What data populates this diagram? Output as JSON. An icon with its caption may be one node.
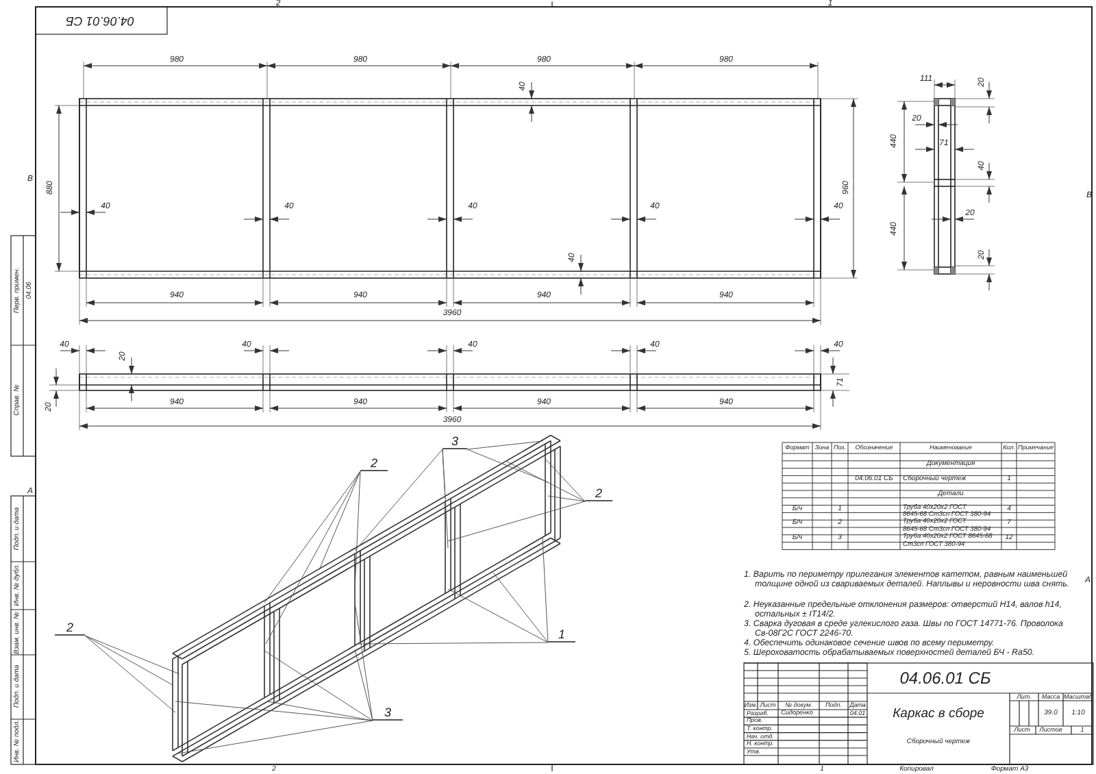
{
  "diagram": {
    "nodes": [
      {
        "text": [
          "3"
        ]
      },
      {
        "text": [
          "2"
        ]
      },
      {
        "text": [
          "2"
        ]
      },
      {
        "text": [
          "2"
        ]
      },
      {
        "text": [
          "1"
        ]
      },
      {
        "text": [
          "3"
        ]
      }
    ],
    "edges": [
      {
        "from": 0,
        "to": null,
        "arrow": "none"
      },
      {
        "from": 0,
        "to": null,
        "arrow": "none"
      },
      {
        "from": 0,
        "to": null,
        "arrow": "none"
      },
      {
        "from": 0,
        "to": null,
        "arrow": "none"
      },
      {
        "from": 0,
        "to": null,
        "arrow": "none"
      },
      {
        "from": 1,
        "to": null,
        "arrow": "none"
      },
      {
        "from": 1,
        "to": null,
        "arrow": "none"
      },
      {
        "from": 1,
        "to": null,
        "arrow": "none"
      },
      {
        "from": 1,
        "to": null,
        "arrow": "none"
      },
      {
        "from": 2,
        "to": null,
        "arrow": "none"
      },
      {
        "from": 2,
        "to": null,
        "arrow": "none"
      },
      {
        "from": 2,
        "to": null,
        "arrow": "none"
      },
      {
        "from": 2,
        "to": null,
        "arrow": "none"
      },
      {
        "from": 3,
        "to": null,
        "arrow": "none"
      },
      {
        "from": 3,
        "to": null,
        "arrow": "none"
      },
      {
        "from": 3,
        "to": null,
        "arrow": "none"
      },
      {
        "from": 4,
        "to": null,
        "arrow": "none"
      },
      {
        "from": 4,
        "to": null,
        "arrow": "none"
      },
      {
        "from": 4,
        "to": null,
        "arrow": "none"
      },
      {
        "from": 4,
        "to": null,
        "arrow": "none"
      },
      {
        "from": 5,
        "to": null,
        "arrow": "none"
      },
      {
        "from": 5,
        "to": null,
        "arrow": "none"
      },
      {
        "from": 5,
        "to": null,
        "arrow": "none"
      },
      {
        "from": 5,
        "to": null,
        "arrow": "none"
      },
      {
        "from": 5,
        "to": null,
        "arrow": "none"
      },
      {
        "from": 5,
        "to": null,
        "arrow": "none"
      }
    ],
    "labels": [
      "2",
      "1",
      "04.06.01 СБ",
      "980",
      "980",
      "980",
      "980",
      "40",
      "В",
      "880",
      "960",
      "В",
      "40",
      "40",
      "40",
      "40",
      "40",
      "40",
      "940",
      "940",
      "940",
      "940",
      "3960",
      "111",
      "20",
      "20",
      "71",
      "440",
      "40",
      "20",
      "440",
      "20",
      "40",
      "40",
      "40",
      "40",
      "40",
      "20",
      "71",
      "20",
      "940",
      "940",
      "940",
      "940",
      "3960",
      "Перв. примен.",
      "04.06",
      "Справ. №",
      "А",
      "Формат",
      "Зона",
      "Поз.",
      "Обозначение",
      "Наименование",
      "Кол.",
      "Примечание",
      "Документация",
      "04.06.01 СБ",
      "Сборочный чертеж",
      "1",
      "Детали",
      "Б/ч",
      "1",
      "Труба 40х20х2 ГОСТ",
      "4",
      "8645-68 Ст3сп ГОСТ 380-94",
      "Б/ч",
      "2",
      "Труба 40х20х2 ГОСТ",
      "7",
      "8645-68 Ст3сп ГОСТ 380-94",
      "Б/ч",
      "3",
      "Труба 40х20х2 ГОСТ 8645-68",
      "12",
      "Ст3сп ГОСТ 380-94",
      "А",
      "1. Варить по периметру прилегания элементов катетом, равным наименьшей толщине одной из свариваемых деталей. Наплывы и неровности шва снять.",
      "2. Неуказанные предельные отклонения размеров: отверстий H14, валов h14, остальных ± IT14/2.",
      "3. Сварка дуговая в среде углекислого газа. Швы по ГОСТ 14771-76. Проволока Св-08Г2С ГОСТ 2246-70.",
      "4. Обеспечить одинаковое сечение швов по всему периметру.",
      "5. Шероховатость обрабатываемых поверхностей деталей БЧ - Ra50.",
      "04.06.01 СБ",
      "Изм.",
      "Лист",
      "№ докум.",
      "Подп.",
      "Дата",
      "Лит.",
      "Масса",
      "Масштаб",
      "Разраб.",
      "Сидоренко",
      "04.01",
      "Каркас в сборе",
      "39.0",
      "1:10",
      "Пров.",
      "Т. контр.",
      "Лист",
      "Листов",
      "1",
      "Сборочный чертеж",
      "Нач. отд.",
      "Н. контр.",
      "Утв.",
      "Подп. и дата",
      "Инв. № дубл.",
      "Взам. инв. №",
      "Подп. и дата",
      "Инв. № подл.",
      "2",
      "1",
      "Копировал",
      "Формат А3"
    ]
  }
}
